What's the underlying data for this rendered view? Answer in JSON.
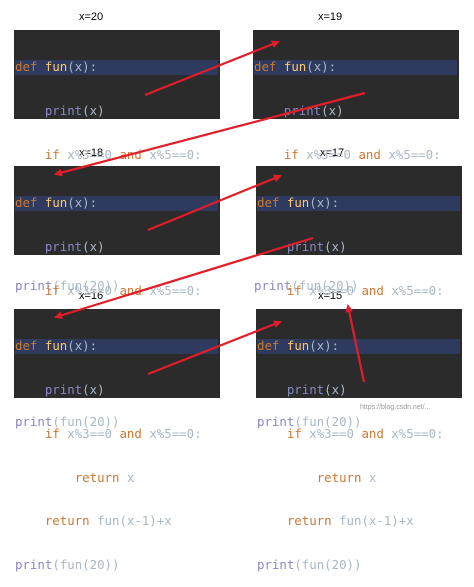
{
  "labels": [
    "x=20",
    "x=19",
    "x=18",
    "x=17",
    "x=16",
    "x=15"
  ],
  "code": {
    "def_kw": "def",
    "fn_name": "fun",
    "params": "(x):",
    "print_kw": "print",
    "print_arg": "(x)",
    "if_kw": "if",
    "cond_a": "x%3==0",
    "and_kw": "and",
    "cond_b": "x%5==0:",
    "return_kw": "return",
    "return_x": "x",
    "return_expr": "fun(x-1)+x",
    "call_print": "print",
    "call_open": "(",
    "call_fun": "fun",
    "call_arg": "(20))"
  },
  "watermark": "https://blog.csdn.net/...",
  "colors": {
    "arrow": "#e11d2a",
    "code_bg": "#2b2b2b",
    "keyword": "#cc7832",
    "function": "#ffc66d",
    "builtin": "#8888c6",
    "number": "#6897bb"
  }
}
